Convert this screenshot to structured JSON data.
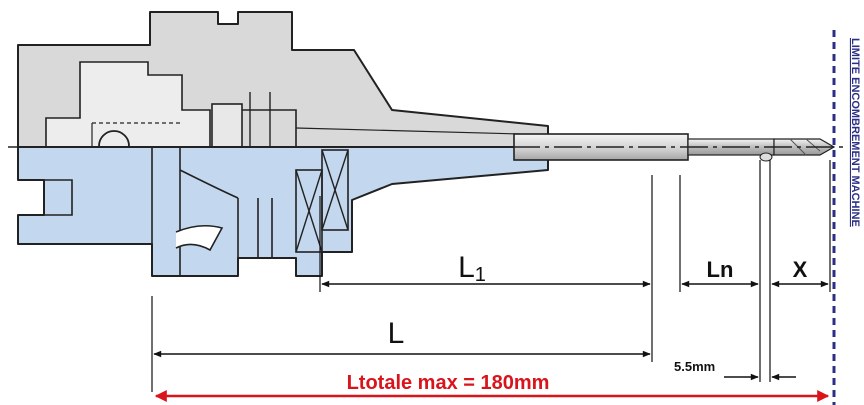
{
  "dimensions": {
    "L1": {
      "main": "L",
      "sub": "1"
    },
    "Ln": "Ln",
    "X": "X",
    "L": "L",
    "offset": "5.5mm",
    "total": "Ltotale max = 180mm"
  },
  "machine_limit_label": "LIMITE ENCOMBREMENT MACHINE",
  "colors": {
    "body_gray": "#d9d9d9",
    "section_blue": "#c3d7ee",
    "outline": "#222222",
    "total_red": "#d9141b",
    "limit_navy": "#2b2f85"
  }
}
